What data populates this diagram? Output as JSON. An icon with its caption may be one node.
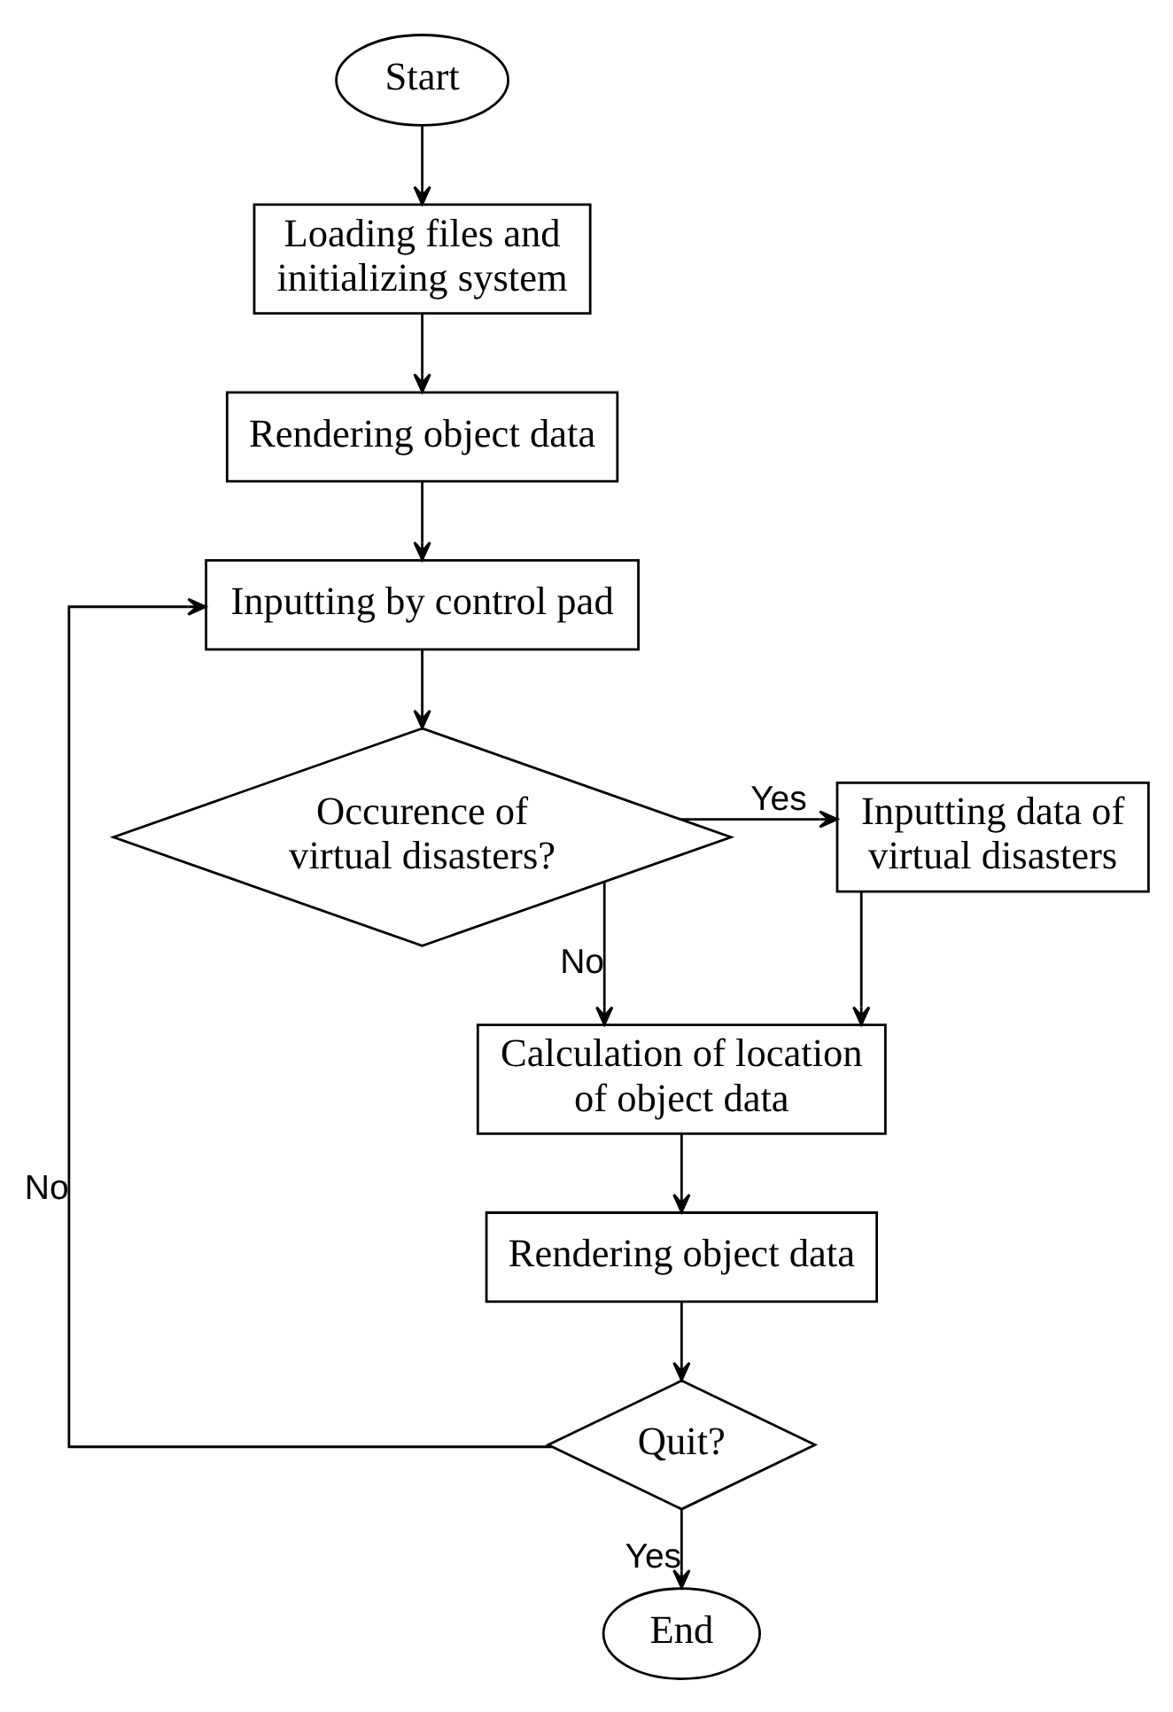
{
  "diagram": {
    "nodes": [
      {
        "text": [
          "Start"
        ]
      },
      {
        "text": [
          "Loading files and initializing system"
        ]
      },
      {
        "text": [
          "Rendering object data"
        ]
      },
      {
        "text": [
          "Inputting by control pad"
        ]
      },
      {
        "text": [
          "Occurence of virtual disasters?"
        ]
      },
      {
        "text": [
          "Inputting data of virtual disasters"
        ]
      },
      {
        "text": [
          "Calculation of location of object data"
        ]
      },
      {
        "text": [
          "Rendering object data"
        ]
      },
      {
        "text": [
          "Quit?"
        ]
      },
      {
        "text": [
          "End"
        ]
      }
    ],
    "edges": [
      {
        "from": 0,
        "to": 1,
        "arrow": "to"
      },
      {
        "from": 1,
        "to": 2,
        "arrow": "to"
      },
      {
        "from": 2,
        "to": 3,
        "arrow": "to"
      },
      {
        "from": 3,
        "to": 4,
        "arrow": "to"
      },
      {
        "from": 4,
        "to": 5,
        "arrow": "to",
        "label": "Yes"
      },
      {
        "from": 4,
        "to": 6,
        "arrow": "to",
        "label": "No"
      },
      {
        "from": 5,
        "to": 6,
        "arrow": "to"
      },
      {
        "from": 6,
        "to": 7,
        "arrow": "to"
      },
      {
        "from": 7,
        "to": 8,
        "arrow": "to"
      },
      {
        "from": 8,
        "to": 3,
        "arrow": "to",
        "label": "No"
      },
      {
        "from": 8,
        "to": 9,
        "arrow": "to",
        "label": "Yes"
      }
    ]
  }
}
